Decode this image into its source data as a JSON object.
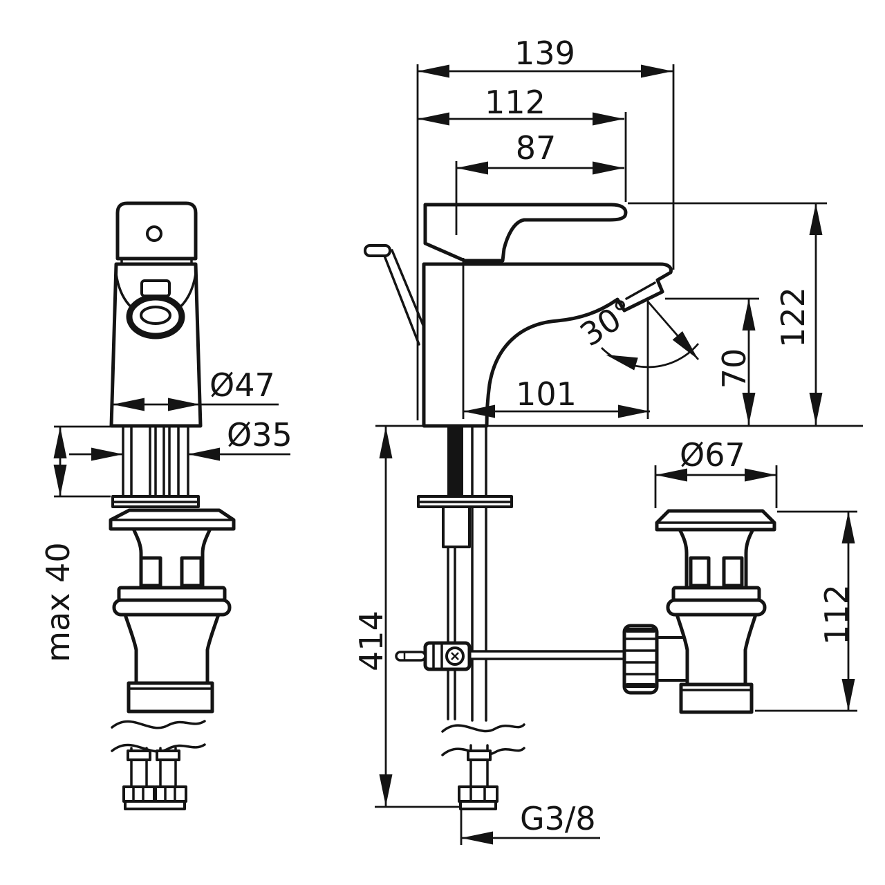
{
  "drawing": {
    "type": "technical-dimension-drawing",
    "subject": "single-lever basin mixer faucet with pop-up waste, front view, side view and waste valve detail",
    "units": "mm",
    "line_color": "#141414",
    "background": "#ffffff",
    "dims": {
      "total_depth": "139",
      "depth_to_handle_end": "112",
      "handle_length": "87",
      "height_total": "122",
      "spout_height": "70",
      "spout_angle": "30°",
      "spout_reach": "101",
      "body_diameter": "Ø47",
      "tail_diameter": "Ø35",
      "max_deck_thickness": "max 40",
      "hose_length": "414",
      "waste_flange_diameter": "Ø67",
      "waste_height": "112",
      "thread_size": "G3/8"
    }
  }
}
